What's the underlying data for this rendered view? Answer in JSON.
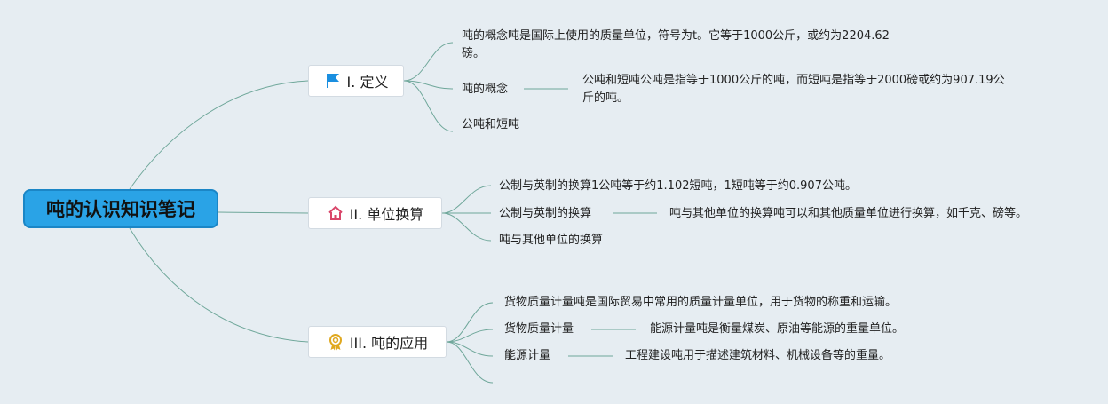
{
  "root": {
    "label": "吨的认识知识笔记"
  },
  "branches": [
    {
      "label": "I. 定义",
      "icon": "flag-icon",
      "icon_color": "#1a8fe0",
      "items": [
        "吨的概念吨是国际上使用的质量单位，符号为t。它等于1000公斤，或约为2204.62",
        "磅。",
        "吨的概念",
        "公吨和短吨公吨是指等于1000公斤的吨，而短吨是指等于2000磅或约为907.19公",
        "斤的吨。",
        "公吨和短吨"
      ]
    },
    {
      "label": "II. 单位换算",
      "icon": "home-icon",
      "icon_color": "#d9466a",
      "items": [
        "公制与英制的换算1公吨等于约1.102短吨，1短吨等于约0.907公吨。",
        "公制与英制的换算",
        "吨与其他单位的换算吨可以和其他质量单位进行换算，如千克、磅等。",
        "吨与其他单位的换算"
      ]
    },
    {
      "label": "III. 吨的应用",
      "icon": "award-ribbon-icon",
      "icon_color": "#e0a81f",
      "items": [
        "货物质量计量吨是国际贸易中常用的质量计量单位，用于货物的称重和运输。",
        "货物质量计量",
        "能源计量吨是衡量煤炭、原油等能源的重量单位。",
        "能源计量",
        "工程建设吨用于描述建筑材料、机械设备等的重量。"
      ]
    }
  ],
  "colors": {
    "line": "#6fa79a",
    "root_fill": "#2aa3e6",
    "background": "#e6edf2"
  }
}
